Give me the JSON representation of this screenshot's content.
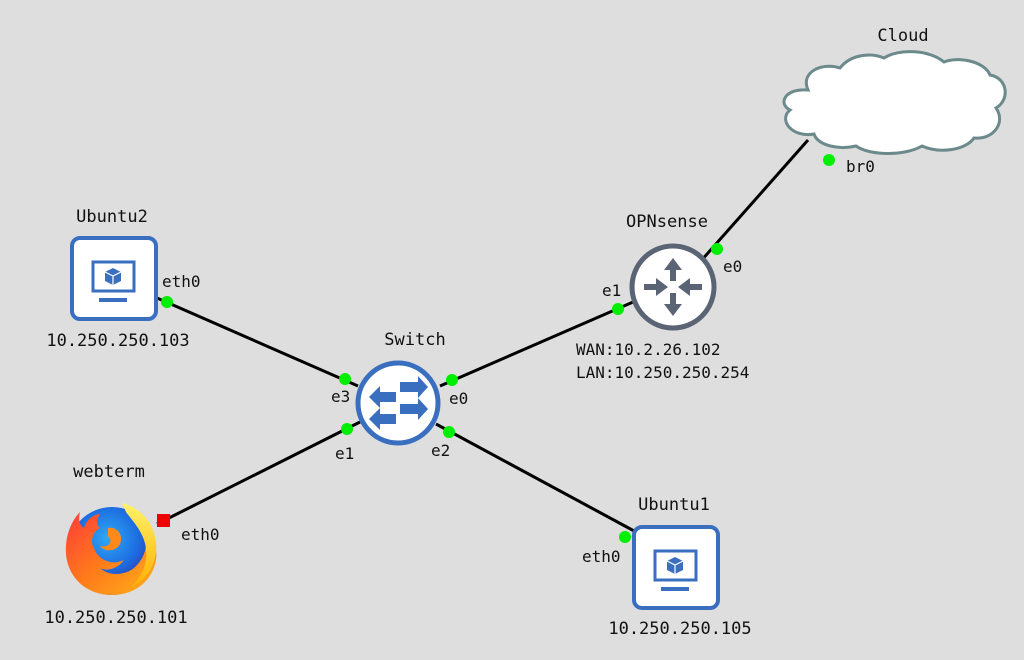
{
  "topology": {
    "nodes": {
      "cloud": {
        "name": "Cloud",
        "type": "cloud",
        "icon": "cloud-icon"
      },
      "opnsense": {
        "name": "OPNsense",
        "type": "router",
        "icon": "router-icon",
        "notes": [
          "WAN:10.2.26.102",
          "LAN:10.250.250.254"
        ]
      },
      "switch": {
        "name": "Switch",
        "type": "ethernet-switch",
        "icon": "switch-icon"
      },
      "ubuntu2": {
        "name": "Ubuntu2",
        "type": "vm",
        "icon": "vm-monitor-icon",
        "ip": "10.250.250.103"
      },
      "webterm": {
        "name": "webterm",
        "type": "docker",
        "icon": "firefox-icon",
        "ip": "10.250.250.101"
      },
      "ubuntu1": {
        "name": "Ubuntu1",
        "type": "vm",
        "icon": "vm-monitor-icon",
        "ip": "10.250.250.105"
      }
    },
    "ports": {
      "cloud_br0": {
        "label": "br0",
        "status": "up",
        "color": "#00ee00"
      },
      "opnsense_e0": {
        "label": "e0",
        "status": "up",
        "color": "#00ee00"
      },
      "opnsense_e1": {
        "label": "e1",
        "status": "up",
        "color": "#00ee00"
      },
      "switch_e0": {
        "label": "e0",
        "status": "up",
        "color": "#00ee00"
      },
      "switch_e1": {
        "label": "e1",
        "status": "up",
        "color": "#00ee00"
      },
      "switch_e2": {
        "label": "e2",
        "status": "up",
        "color": "#00ee00"
      },
      "switch_e3": {
        "label": "e3",
        "status": "up",
        "color": "#00ee00"
      },
      "ubuntu2_eth0": {
        "label": "eth0",
        "status": "up",
        "color": "#00ee00"
      },
      "webterm_eth0": {
        "label": "eth0",
        "status": "stopped",
        "color": "#ee0000"
      },
      "ubuntu1_eth0": {
        "label": "eth0",
        "status": "up",
        "color": "#00ee00"
      }
    },
    "links": [
      {
        "from": "cloud:br0",
        "to": "opnsense:e0"
      },
      {
        "from": "opnsense:e1",
        "to": "switch:e0"
      },
      {
        "from": "ubuntu2:eth0",
        "to": "switch:e3"
      },
      {
        "from": "webterm:eth0",
        "to": "switch:e1"
      },
      {
        "from": "switch:e2",
        "to": "ubuntu1:eth0"
      }
    ]
  },
  "colors": {
    "background": "#dedede",
    "vm_blue": "#3a6fbf",
    "router_gray": "#5a6474",
    "cloud_stroke": "#6c8a8c",
    "link": "#000000"
  }
}
